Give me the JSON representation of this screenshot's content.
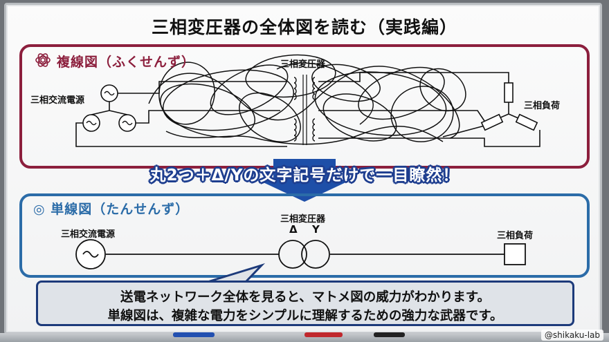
{
  "title": "三相変圧器の全体図を読む（実践編）",
  "top_section": {
    "heading": "複線図（ふくせんず）",
    "source_label": "三相交流電源",
    "transformer_label": "三相変圧器",
    "load_label": "三相負荷"
  },
  "banner": "丸2つ＋Δ/Yの文字記号だけで一目瞭然！",
  "bottom_section": {
    "heading": "◎ 単線図（たんせんず）",
    "source_label": "三相交流電源",
    "transformer_label": "三相変圧器",
    "delta_label": "Δ",
    "wye_label": "Y",
    "load_label": "三相負荷"
  },
  "callout": {
    "line1": "送電ネットワーク全体を見ると、マトメ図の威力がわかります。",
    "line2": "単線図は、複雑な電力をシンプルに理解するための強力な武器です。"
  },
  "watermark": "@shikaku-lab",
  "colors": {
    "top_frame": "#8c1f3d",
    "bottom_frame": "#2b6ca8",
    "arrow": "#1e4fa8",
    "callout_border": "#1c3a7a"
  }
}
